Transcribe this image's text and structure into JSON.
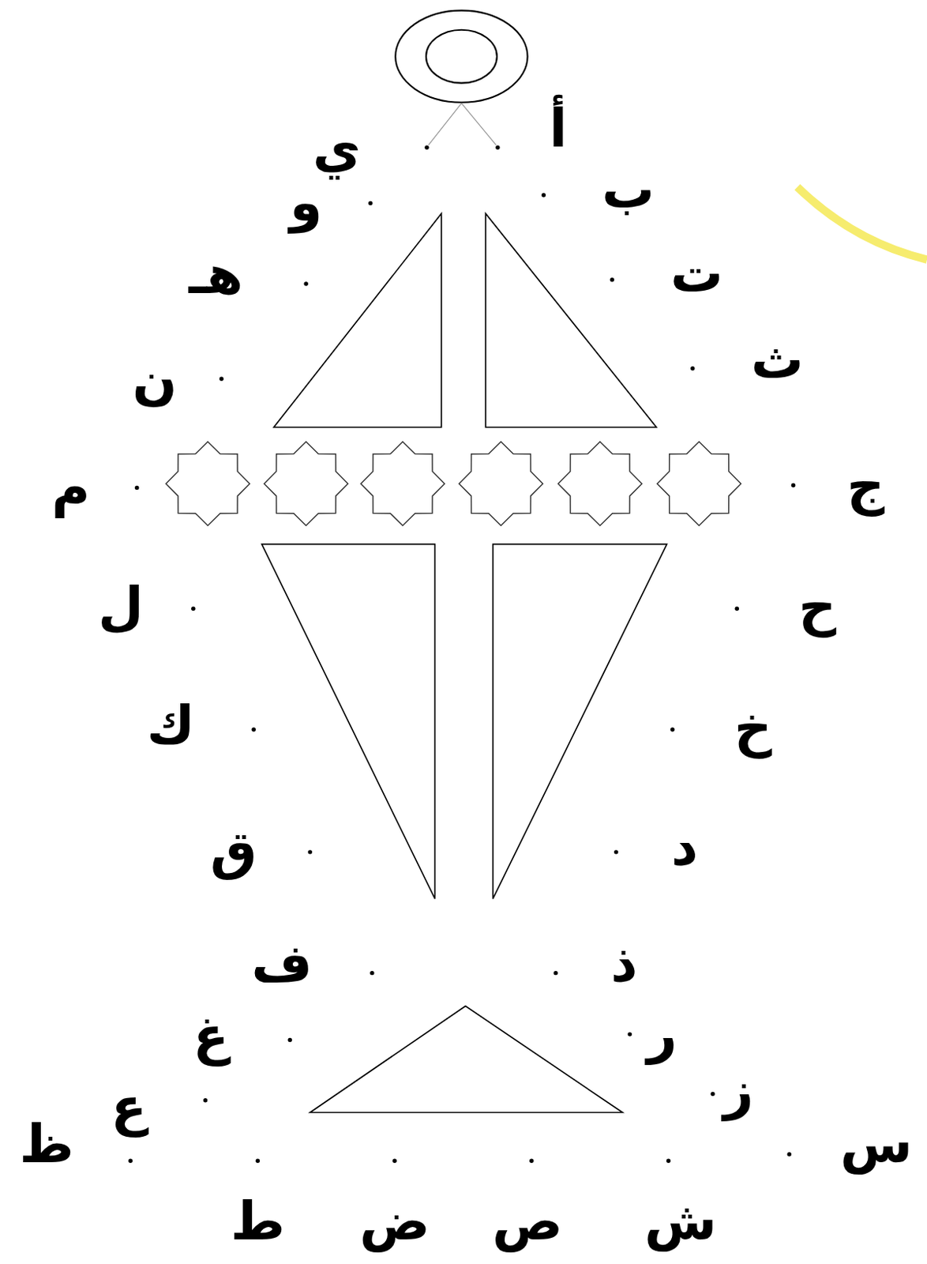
{
  "diagram": {
    "labels": [
      "أ",
      "ب",
      "ت",
      "ث",
      "ج",
      "ح",
      "خ",
      "د",
      "ذ",
      "ر",
      "ز",
      "س",
      "ش",
      "ص",
      "ض",
      "ط",
      "ظ",
      "ع",
      "غ",
      "ف",
      "ق",
      "ك",
      "ل",
      "م",
      "ن",
      "هـ",
      "و",
      "ي"
    ]
  }
}
